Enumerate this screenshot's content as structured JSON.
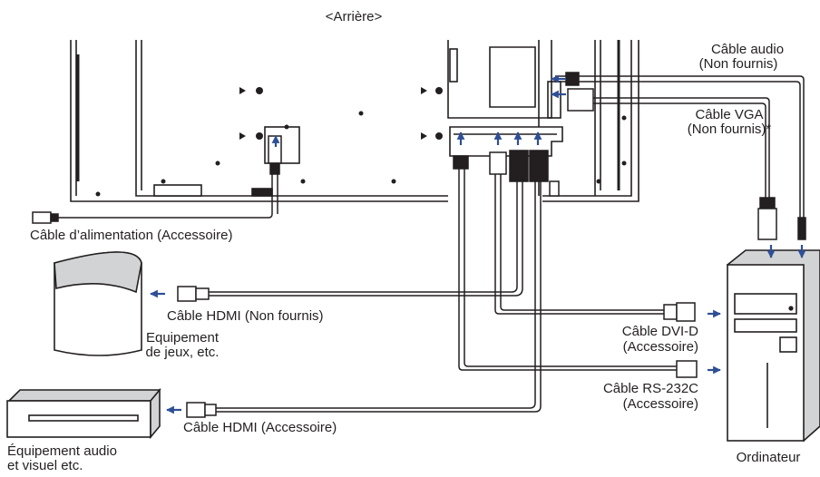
{
  "title": "<Arrière>",
  "labels": {
    "audio_cable": "Câble audio",
    "audio_cable_note": "(Non fournis)",
    "vga_cable": "Câble VGA",
    "vga_cable_note": "(Non fournis)*",
    "power_cable": "Câble d’alimentation (Accessoire)",
    "hdmi_cable_game": "Câble HDMI (Non fournis)",
    "game_device_line1": "Equipement",
    "game_device_line2": "de jeux, etc.",
    "dvi_cable": "Câble DVI-D",
    "dvi_cable_note": "(Accessoire)",
    "rs232_cable": "Câble RS-232C",
    "rs232_cable_note": "(Accessoire)",
    "hdmi_cable_av": "Câble HDMI (Accessoire)",
    "av_device_line1": "Équipement audio",
    "av_device_line2": "et visuel etc.",
    "computer": "Ordinateur"
  },
  "colors": {
    "line": "#231f20",
    "arrow": "#2e4f95",
    "fill_gray": "#d1d3d4"
  }
}
